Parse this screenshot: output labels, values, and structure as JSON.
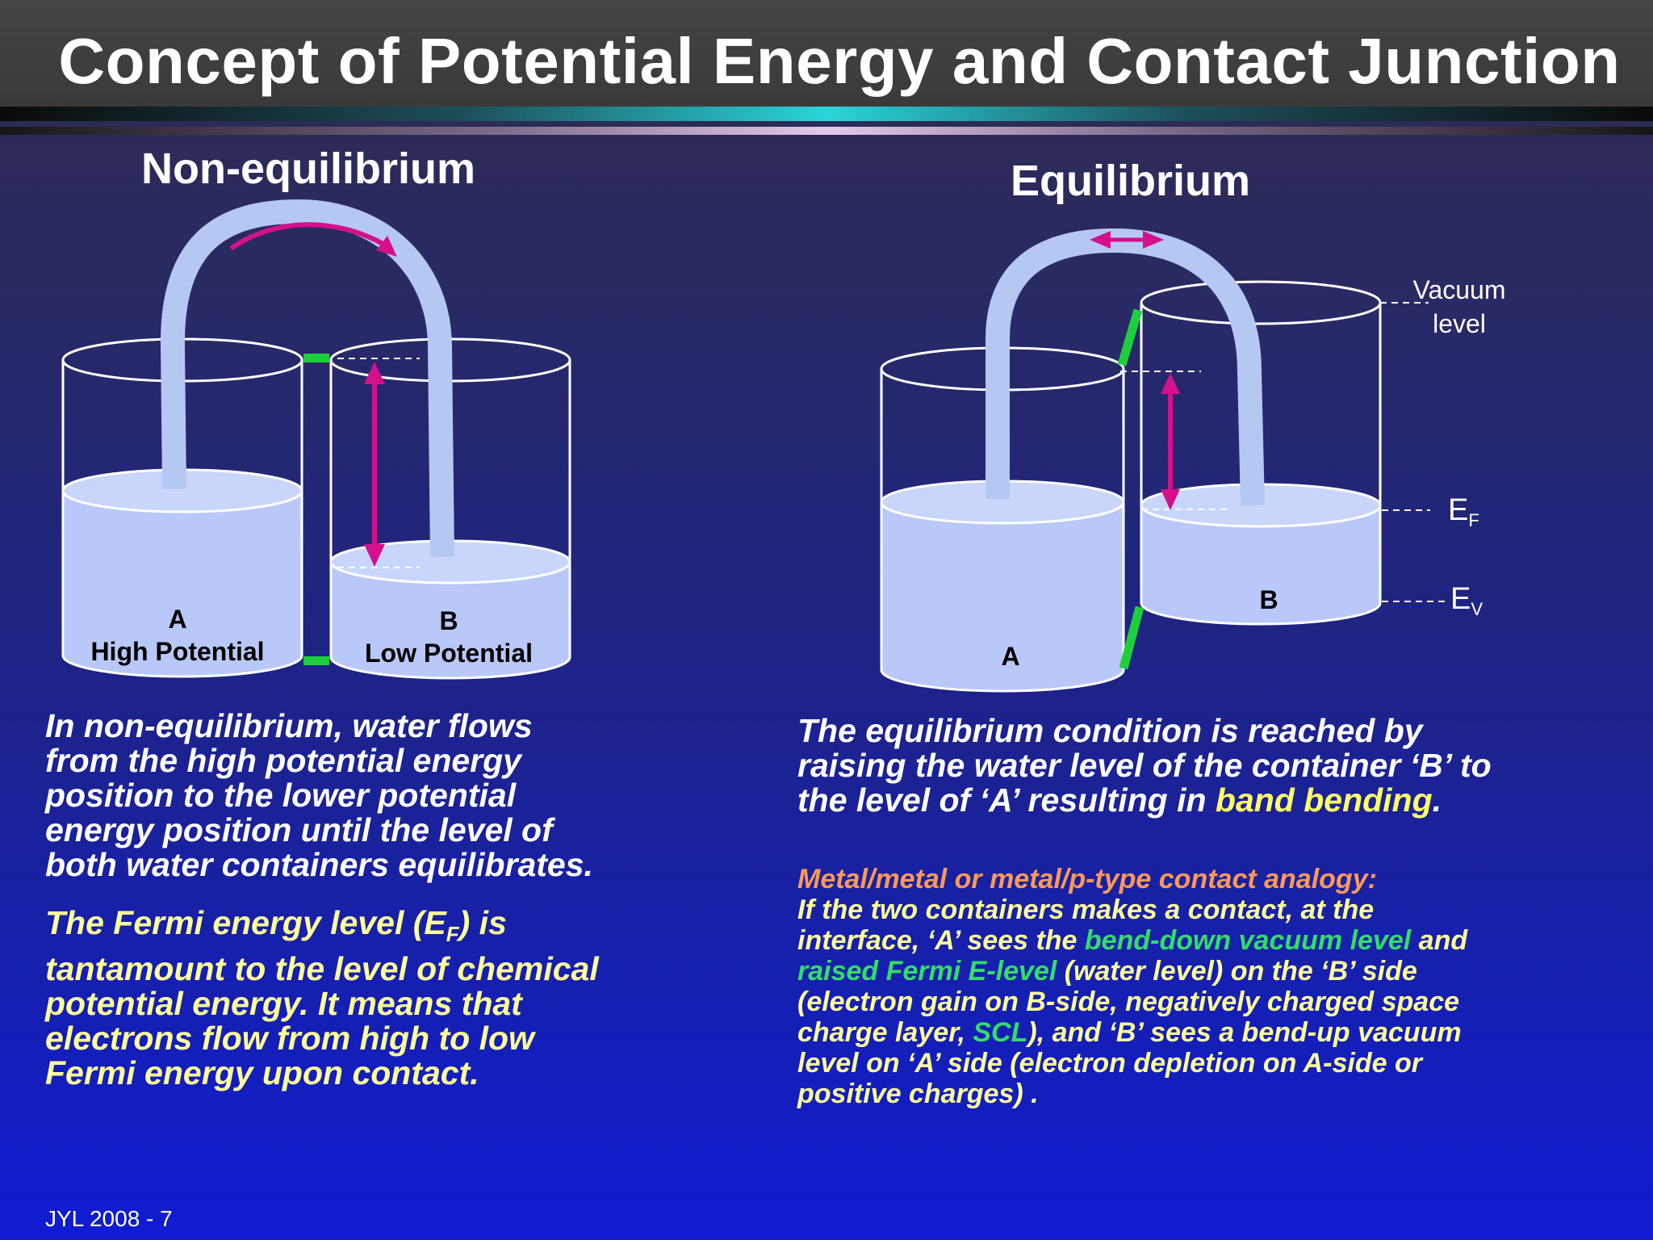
{
  "slide": {
    "title": "Concept of Potential Energy and Contact Junction",
    "footer": "JYL 2008 - 7"
  },
  "left": {
    "heading": "Non-equilibrium",
    "container_a_letter": "A",
    "container_a_caption": "High Potential",
    "container_b_letter": "B",
    "container_b_caption": "Low Potential",
    "paragraph1": [
      "In non-equilibrium, water flows",
      "from the high potential energy",
      "position to the lower potential",
      "energy position until the level of",
      "both water containers equilibrates."
    ],
    "paragraph2": {
      "line1_before": "The Fermi energy level (E",
      "line1_sub": "F",
      "line1_after": ") is",
      "lines": [
        "tantamount to the level of chemical",
        "potential energy.  It means that",
        "electrons flow from high to low",
        "Fermi energy upon contact."
      ]
    }
  },
  "right": {
    "heading": "Equilibrium",
    "container_a_letter": "A",
    "container_b_letter": "B",
    "vacuum_label_line1": "Vacuum",
    "vacuum_label_line2": "level",
    "ef_label": "E",
    "ef_sub": "F",
    "ev_label": "E",
    "ev_sub": "V",
    "paragraph1": {
      "line1": "The equilibrium condition is reached by",
      "line2": "raising the water level of the container ‘B’ to",
      "line3_before": "the level of ‘A’ resulting in ",
      "line3_highlight": "band bending",
      "line3_after": "."
    },
    "paragraph2": {
      "heading": "Metal/metal or metal/p-type contact analogy:",
      "line1": "If the two containers makes a contact, at the",
      "line2_before": "interface, ‘A’ sees the ",
      "line2_green": "bend-down vacuum level",
      "line2_after": " and",
      "line3_green": "raised Fermi E-level",
      "line3_after": " (water level) on the ‘B’ side",
      "line4": "(electron gain on B-side, negatively charged space",
      "line5_before": "charge layer, ",
      "line5_green": "SCL",
      "line5_after": "), and ‘B’ sees a bend-up vacuum",
      "line6": "level on ‘A’ side (electron depletion on A-side or",
      "line7": "positive charges) ."
    }
  },
  "colors": {
    "water": "#b8c8f8",
    "tube": "#b4c8f2",
    "arrow": "#d4108c",
    "marker": "#1ecf3c",
    "yellow_text": "#ffff99",
    "orange_text": "#ff9955",
    "green_text": "#33dd66"
  }
}
